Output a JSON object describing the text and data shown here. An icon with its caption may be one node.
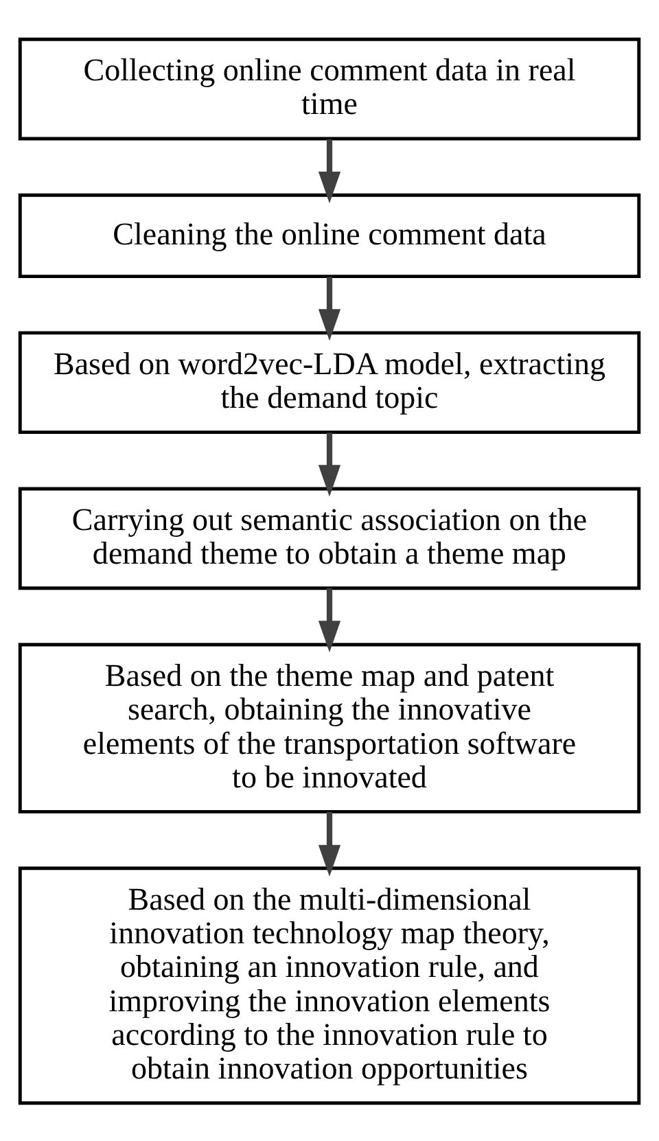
{
  "diagram": {
    "nodes": [
      {
        "text": [
          "Collecting online comment data in real time"
        ]
      },
      {
        "text": [
          "Cleaning the online comment data"
        ]
      },
      {
        "text": [
          "Based on word2vec-LDA model, extracting the demand topic"
        ]
      },
      {
        "text": [
          "Carrying out semantic association on the demand theme to obtain a theme map"
        ]
      },
      {
        "text": [
          "Based on the theme map and patent search, obtaining the innovative elements of the transportation software to be innovated"
        ]
      },
      {
        "text": [
          "Based on the multi-dimensional innovation technology map theory, obtaining an innovation rule, and improving the innovation elements according to the innovation rule to obtain innovation opportunities"
        ]
      }
    ],
    "edges": [
      {
        "from": 0,
        "to": 1,
        "arrow": "to"
      },
      {
        "from": 1,
        "to": 2,
        "arrow": "to"
      },
      {
        "from": 2,
        "to": 3,
        "arrow": "to"
      },
      {
        "from": 3,
        "to": 4,
        "arrow": "to"
      },
      {
        "from": 4,
        "to": 5,
        "arrow": "to"
      }
    ]
  }
}
